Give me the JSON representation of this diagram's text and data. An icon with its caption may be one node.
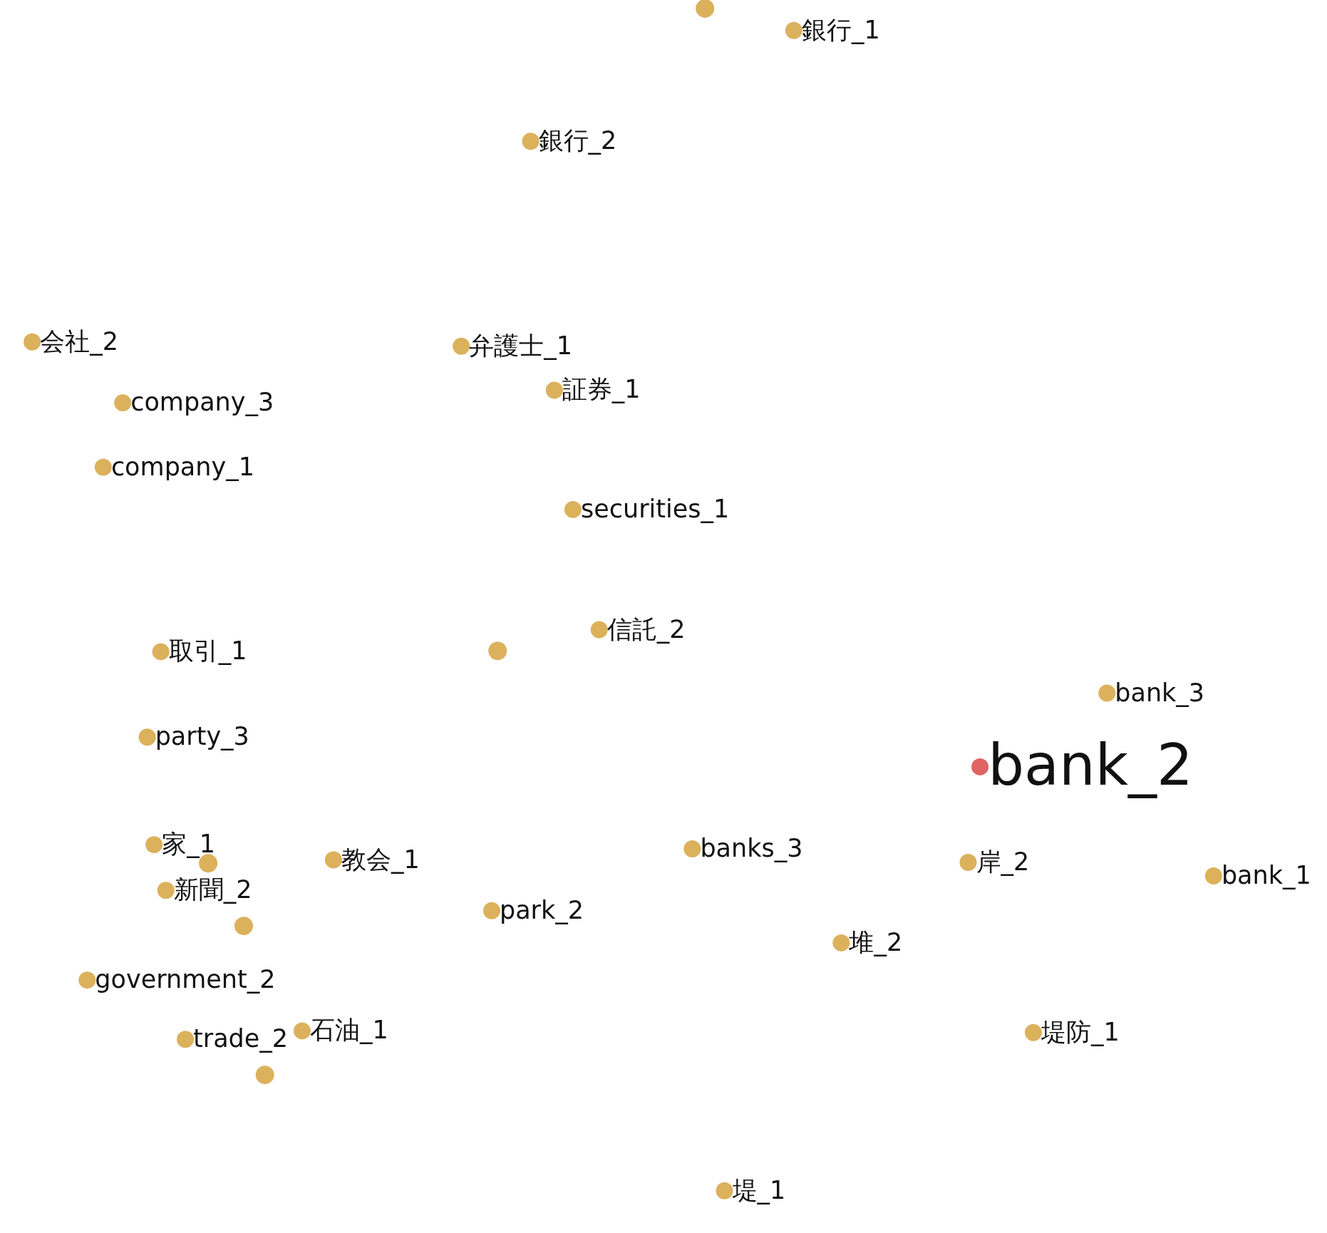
{
  "diagram": {
    "labels": [
      "銀行_1",
      "銀行_2",
      "会社_2",
      "弁護士_1",
      "証券_1",
      "company_3",
      "company_1",
      "securities_1",
      "信託_2",
      "取引_1",
      "bank_3",
      "party_3",
      "bank_2",
      "家_1",
      "banks_3",
      "教会_1",
      "岸_2",
      "bank_1",
      "新聞_2",
      "park_2",
      "堆_2",
      "government_2",
      "trade_2",
      "石油_1",
      "堤防_1",
      "堤_1"
    ]
  }
}
